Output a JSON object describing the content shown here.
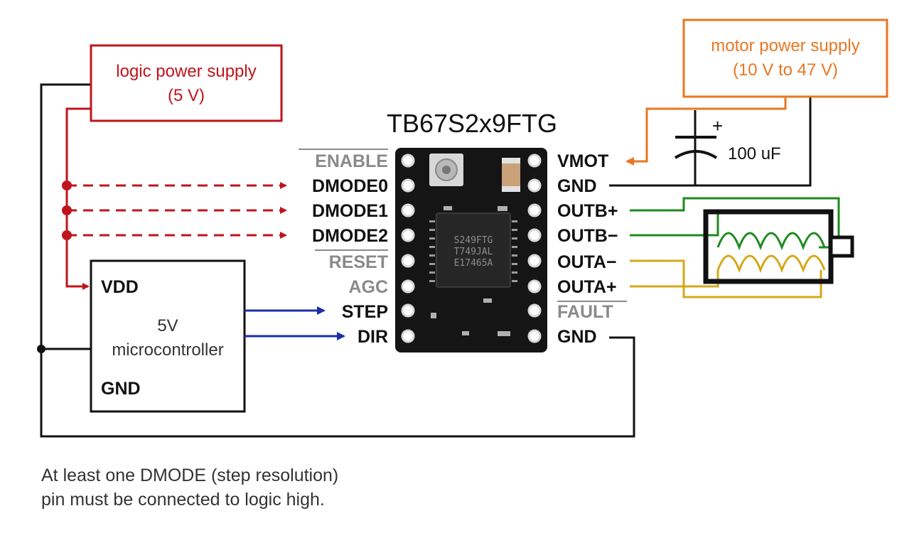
{
  "title": "TB67S2x9FTG",
  "logic_supply": {
    "line1": "logic power supply",
    "line2": "(5 V)"
  },
  "motor_supply": {
    "line1": "motor power supply",
    "line2": "(10 V to 47 V)"
  },
  "capacitor": {
    "value": "100 uF",
    "polarity": "+"
  },
  "microcontroller": {
    "vdd": "VDD",
    "name1": "5V",
    "name2": "microcontroller",
    "gnd": "GND"
  },
  "left_pins": {
    "enable": "ENABLE",
    "dmode0": "DMODE0",
    "dmode1": "DMODE1",
    "dmode2": "DMODE2",
    "reset": "RESET",
    "agc": "AGC",
    "step": "STEP",
    "dir": "DIR"
  },
  "right_pins": {
    "vmot": "VMOT",
    "gnd_top": "GND",
    "outb_plus": "OUTB+",
    "outb_minus": "OUTB−",
    "outa_minus": "OUTA−",
    "outa_plus": "OUTA+",
    "fault": "FAULT",
    "gnd_bottom": "GND"
  },
  "chip_marking": {
    "line1": "S249FTG",
    "line2": "T749JAL",
    "line3": "E17465A"
  },
  "note": {
    "line1": "At least one DMODE (step resolution)",
    "line2": "pin must be connected to logic high."
  },
  "colors": {
    "logic": "#c0141c",
    "motor": "#e87722",
    "signal": "#1a2fa8",
    "coil_b": "#1e8a1e",
    "coil_a": "#d4a81a",
    "wire": "#111111",
    "inactive_label": "#8a8a8a"
  }
}
